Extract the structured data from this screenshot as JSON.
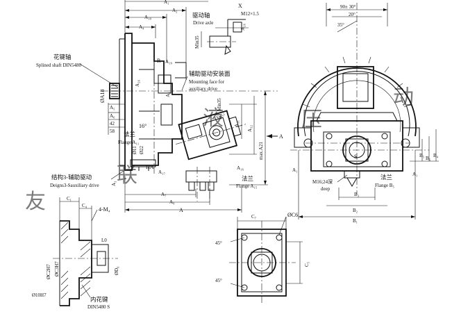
{
  "watermark": [
    "友",
    "联",
    "液",
    "压",
    "动"
  ],
  "top_dims": {
    "a1": "A₁",
    "a2": "A₂",
    "a10": "A₁₀",
    "a4": "A₄"
  },
  "drive_axle": {
    "cn": "驱动轴",
    "en": "Drive axle",
    "x": "X",
    "thread": "M12×1.5"
  },
  "angles": {
    "a9030": "90± 30°",
    "a20": "20°",
    "a35": "35°",
    "a45a": "45°",
    "a45b": "45°",
    "a16": "16°"
  },
  "splined_shaft": {
    "cn": "花键轴",
    "en": "Splined shaft DIN5480"
  },
  "dims_left": {
    "a18": "ØA18",
    "a5": "A₅",
    "a6": "A₆",
    "d42": "42",
    "d58": "58",
    "a26": "A₂₆",
    "r": "R",
    "a19": "A₁₉",
    "a3": "A₃"
  },
  "mounting_face": {
    "cn": "辅助驱动安装面",
    "en1": "Mounting face for",
    "en2": "auxiliary drive"
  },
  "flange_a11": {
    "cn": "法兰",
    "en": "Flange A₁₁"
  },
  "mid_dims": {
    "d11": "Ø11",
    "d22": "Ø22",
    "ha": "HA",
    "a17": "A₁₇",
    "a12": "A₁₂",
    "a16": "A₁₆",
    "min35": "Min35",
    "a31": "A₃₁",
    "a32": "A₃₂",
    "max": "max.A21",
    "arrow_a": "A",
    "a7": "A₇",
    "a9": "A₉",
    "a_total": "A"
  },
  "design3": {
    "cn": "结构3-辅助驱动",
    "en": "Deigns3-Sauxiliary drive"
  },
  "flange_a15": {
    "cn": "法兰",
    "en": "Flange A₁₅"
  },
  "right_view": {
    "a1": "A₁",
    "a1b": "A₁",
    "s": "S",
    "m16": "M16;24深",
    "deep": "deep",
    "flange_b5_cn": "法兰",
    "flange_b5": "Flange B₅",
    "b3": "B₃",
    "b2": "B₂",
    "b1": "B₁",
    "b4": "B₄",
    "b5": "B₅",
    "b6": "B₆"
  },
  "detail_left": {
    "c1": "C₁",
    "c4": "C₄",
    "m": "4-M₄",
    "l0": "L0",
    "c2": "ØC2H7",
    "c3": "ØC3H7",
    "d6": "ØD₆",
    "d10": "Ø10H7",
    "spline_cn": "内花键",
    "spline_en": "DIN5480 S"
  },
  "detail_right": {
    "c7": "C₇",
    "c6": "ØC6",
    "c5": "C₅"
  }
}
